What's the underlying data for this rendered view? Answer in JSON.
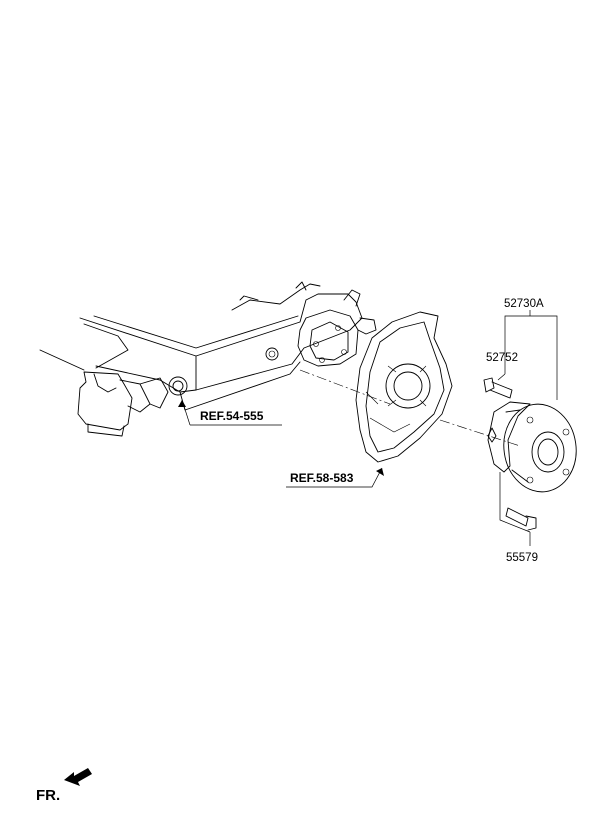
{
  "diagram": {
    "parts": {
      "hub_assembly": "52730A",
      "hub_bolt": "52752",
      "dust_cover_bolt": "55579"
    },
    "references": {
      "axle_ref": "REF.54-555",
      "brake_ref": "REF.58-583"
    },
    "direction_label": "FR."
  }
}
